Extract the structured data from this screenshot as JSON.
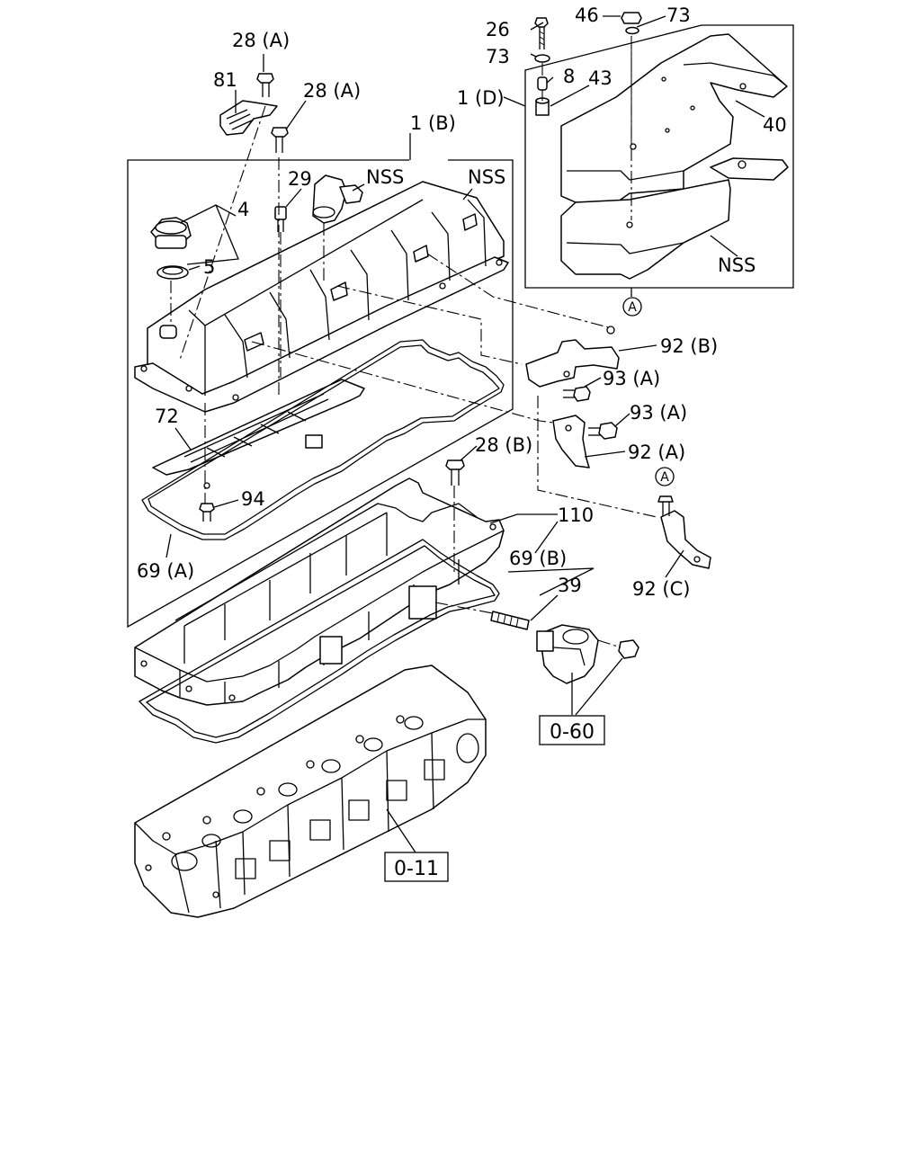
{
  "diagram": {
    "labels": {
      "l28a_top": "28 (A)",
      "l81": "81",
      "l28a_mid": "28 (A)",
      "l1b": "1 (B)",
      "l29": "29",
      "lnss_hose": "NSS",
      "lnss_cover": "NSS",
      "l4": "4",
      "l5": "5",
      "l26": "26",
      "l73_top": "73",
      "l46": "46",
      "l73_left": "73",
      "l8": "8",
      "l43": "43",
      "l1d": "1 (D)",
      "l40": "40",
      "lnss_heat": "NSS",
      "l92b": "92 (B)",
      "l93a_1": "93 (A)",
      "l93a_2": "93 (A)",
      "l92a": "92 (A)",
      "l72": "72",
      "l94": "94",
      "l69a": "69 (A)",
      "l28b": "28 (B)",
      "l110": "110",
      "l69b": "69 (B)",
      "l39": "39",
      "l92c": "92 (C)"
    },
    "circled": {
      "a_top": "A",
      "a_bracket": "A"
    },
    "refs": {
      "ref_060": "0-60",
      "ref_011": "0-11"
    }
  }
}
